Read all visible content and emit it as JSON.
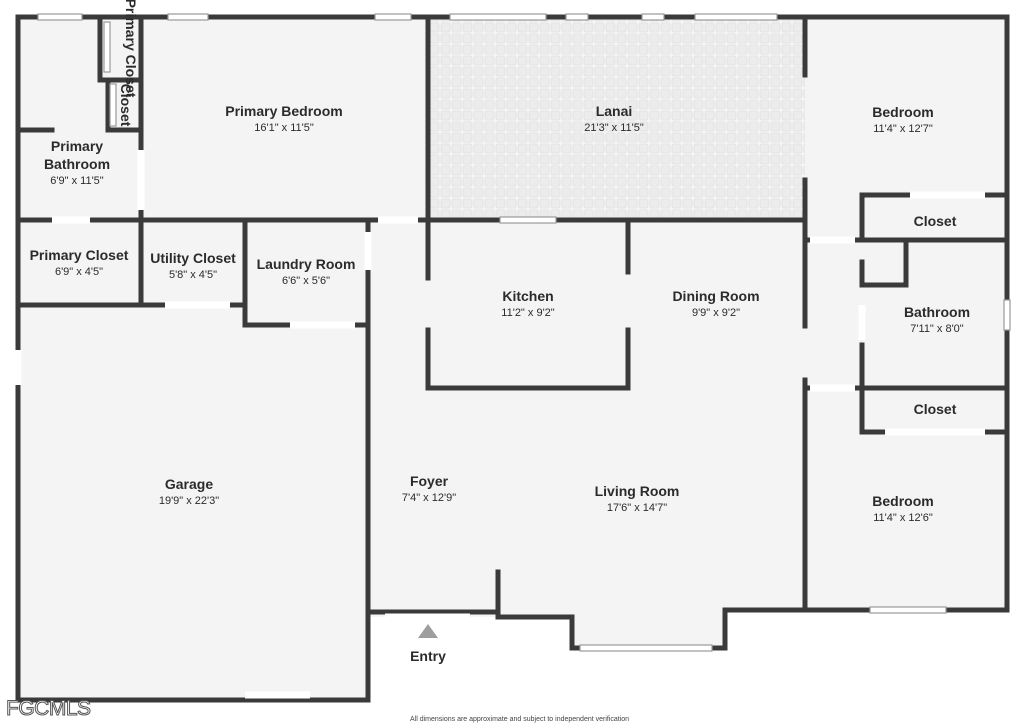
{
  "rooms": {
    "primary_closet_small": {
      "name": "Primary Closet"
    },
    "closet_small": {
      "name": "Closet"
    },
    "primary_bedroom": {
      "name": "Primary Bedroom",
      "dims": "16'1\" x 11'5\""
    },
    "lanai": {
      "name": "Lanai",
      "dims": "21'3\" x 11'5\""
    },
    "bedroom_top": {
      "name": "Bedroom",
      "dims": "11'4\" x 12'7\""
    },
    "primary_bathroom": {
      "name_line1": "Primary",
      "name_line2": "Bathroom",
      "dims": "6'9\" x 11'5\""
    },
    "closet_top_right": {
      "name": "Closet"
    },
    "primary_closet": {
      "name": "Primary Closet",
      "dims": "6'9\" x 4'5\""
    },
    "utility_closet": {
      "name": "Utility Closet",
      "dims": "5'8\" x 4'5\""
    },
    "laundry_room": {
      "name": "Laundry Room",
      "dims": "6'6\" x 5'6\""
    },
    "kitchen": {
      "name": "Kitchen",
      "dims": "11'2\" x 9'2\""
    },
    "dining_room": {
      "name": "Dining Room",
      "dims": "9'9\" x 9'2\""
    },
    "bathroom": {
      "name": "Bathroom",
      "dims": "7'11\" x 8'0\""
    },
    "closet_mid_right": {
      "name": "Closet"
    },
    "garage": {
      "name": "Garage",
      "dims": "19'9\" x 22'3\""
    },
    "foyer": {
      "name": "Foyer",
      "dims": "7'4\" x 12'9\""
    },
    "living_room": {
      "name": "Living Room",
      "dims": "17'6\" x 14'7\""
    },
    "bedroom_bottom": {
      "name": "Bedroom",
      "dims": "11'4\" x 12'6\""
    }
  },
  "entry": {
    "label": "Entry"
  },
  "footer": {
    "logo_text": "FGCMLS",
    "disclaimer": "All dimensions are approximate and subject to independent verification"
  },
  "colors": {
    "wall": "#3a3a3a",
    "lanai_fill": "#f0f0f0",
    "floor": "#f4f4f4",
    "entry_marker": "#9e9e9e"
  }
}
